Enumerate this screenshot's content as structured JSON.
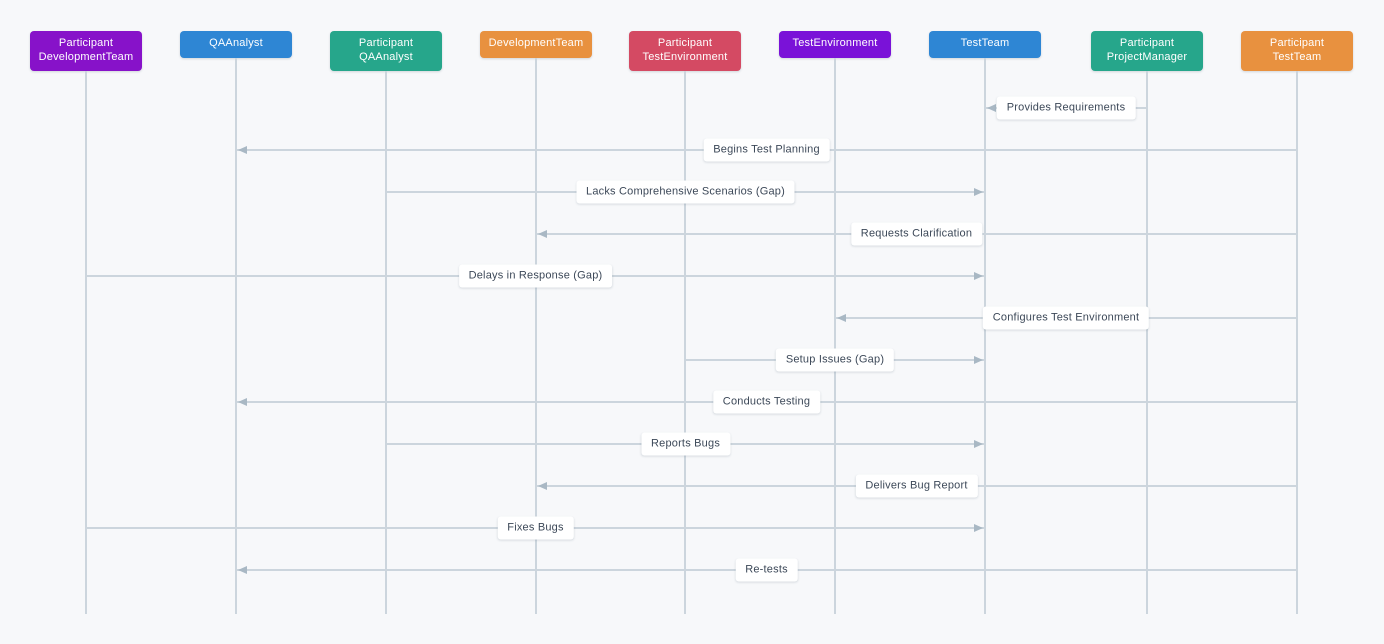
{
  "diagram": {
    "type": "sequence-diagram",
    "background_color": "#f7f8fa",
    "lifeline_color": "#ccd5dd",
    "arrow_color": "#a9b8c4",
    "message_text_color": "#3c4858",
    "participants": [
      {
        "id": "participant-developmentteam",
        "lines": [
          "Participant",
          "DevelopmentTeam"
        ],
        "color": "#8712c9"
      },
      {
        "id": "qaanalyst",
        "lines": [
          "QAAnalyst"
        ],
        "color": "#2e86d4"
      },
      {
        "id": "participant-qaanalyst",
        "lines": [
          "Participant",
          "QAAnalyst"
        ],
        "color": "#26a68b"
      },
      {
        "id": "developmentteam",
        "lines": [
          "DevelopmentTeam"
        ],
        "color": "#e8913f"
      },
      {
        "id": "participant-testenvironment",
        "lines": [
          "Participant",
          "TestEnvironment"
        ],
        "color": "#d44a63"
      },
      {
        "id": "testenvironment",
        "lines": [
          "TestEnvironment"
        ],
        "color": "#7a12d8"
      },
      {
        "id": "testteam",
        "lines": [
          "TestTeam"
        ],
        "color": "#2e86d4"
      },
      {
        "id": "participant-projectmanager",
        "lines": [
          "Participant",
          "ProjectManager"
        ],
        "color": "#26a68b"
      },
      {
        "id": "participant-testteam",
        "lines": [
          "Participant",
          "TestTeam"
        ],
        "color": "#e8913f"
      }
    ],
    "messages": [
      {
        "from": "participant-projectmanager",
        "to": "testteam",
        "label": "Provides Requirements"
      },
      {
        "from": "participant-testteam",
        "to": "qaanalyst",
        "label": "Begins Test Planning"
      },
      {
        "from": "participant-qaanalyst",
        "to": "testteam",
        "label": "Lacks Comprehensive Scenarios (Gap)"
      },
      {
        "from": "participant-testteam",
        "to": "developmentteam",
        "label": "Requests Clarification"
      },
      {
        "from": "participant-developmentteam",
        "to": "testteam",
        "label": "Delays in Response (Gap)"
      },
      {
        "from": "participant-testteam",
        "to": "testenvironment",
        "label": "Configures Test Environment"
      },
      {
        "from": "participant-testenvironment",
        "to": "testteam",
        "label": "Setup Issues (Gap)"
      },
      {
        "from": "participant-testteam",
        "to": "qaanalyst",
        "label": "Conducts Testing"
      },
      {
        "from": "participant-qaanalyst",
        "to": "testteam",
        "label": "Reports Bugs"
      },
      {
        "from": "participant-testteam",
        "to": "developmentteam",
        "label": "Delivers Bug Report"
      },
      {
        "from": "participant-developmentteam",
        "to": "testteam",
        "label": "Fixes Bugs"
      },
      {
        "from": "participant-testteam",
        "to": "qaanalyst",
        "label": "Re-tests"
      }
    ]
  }
}
